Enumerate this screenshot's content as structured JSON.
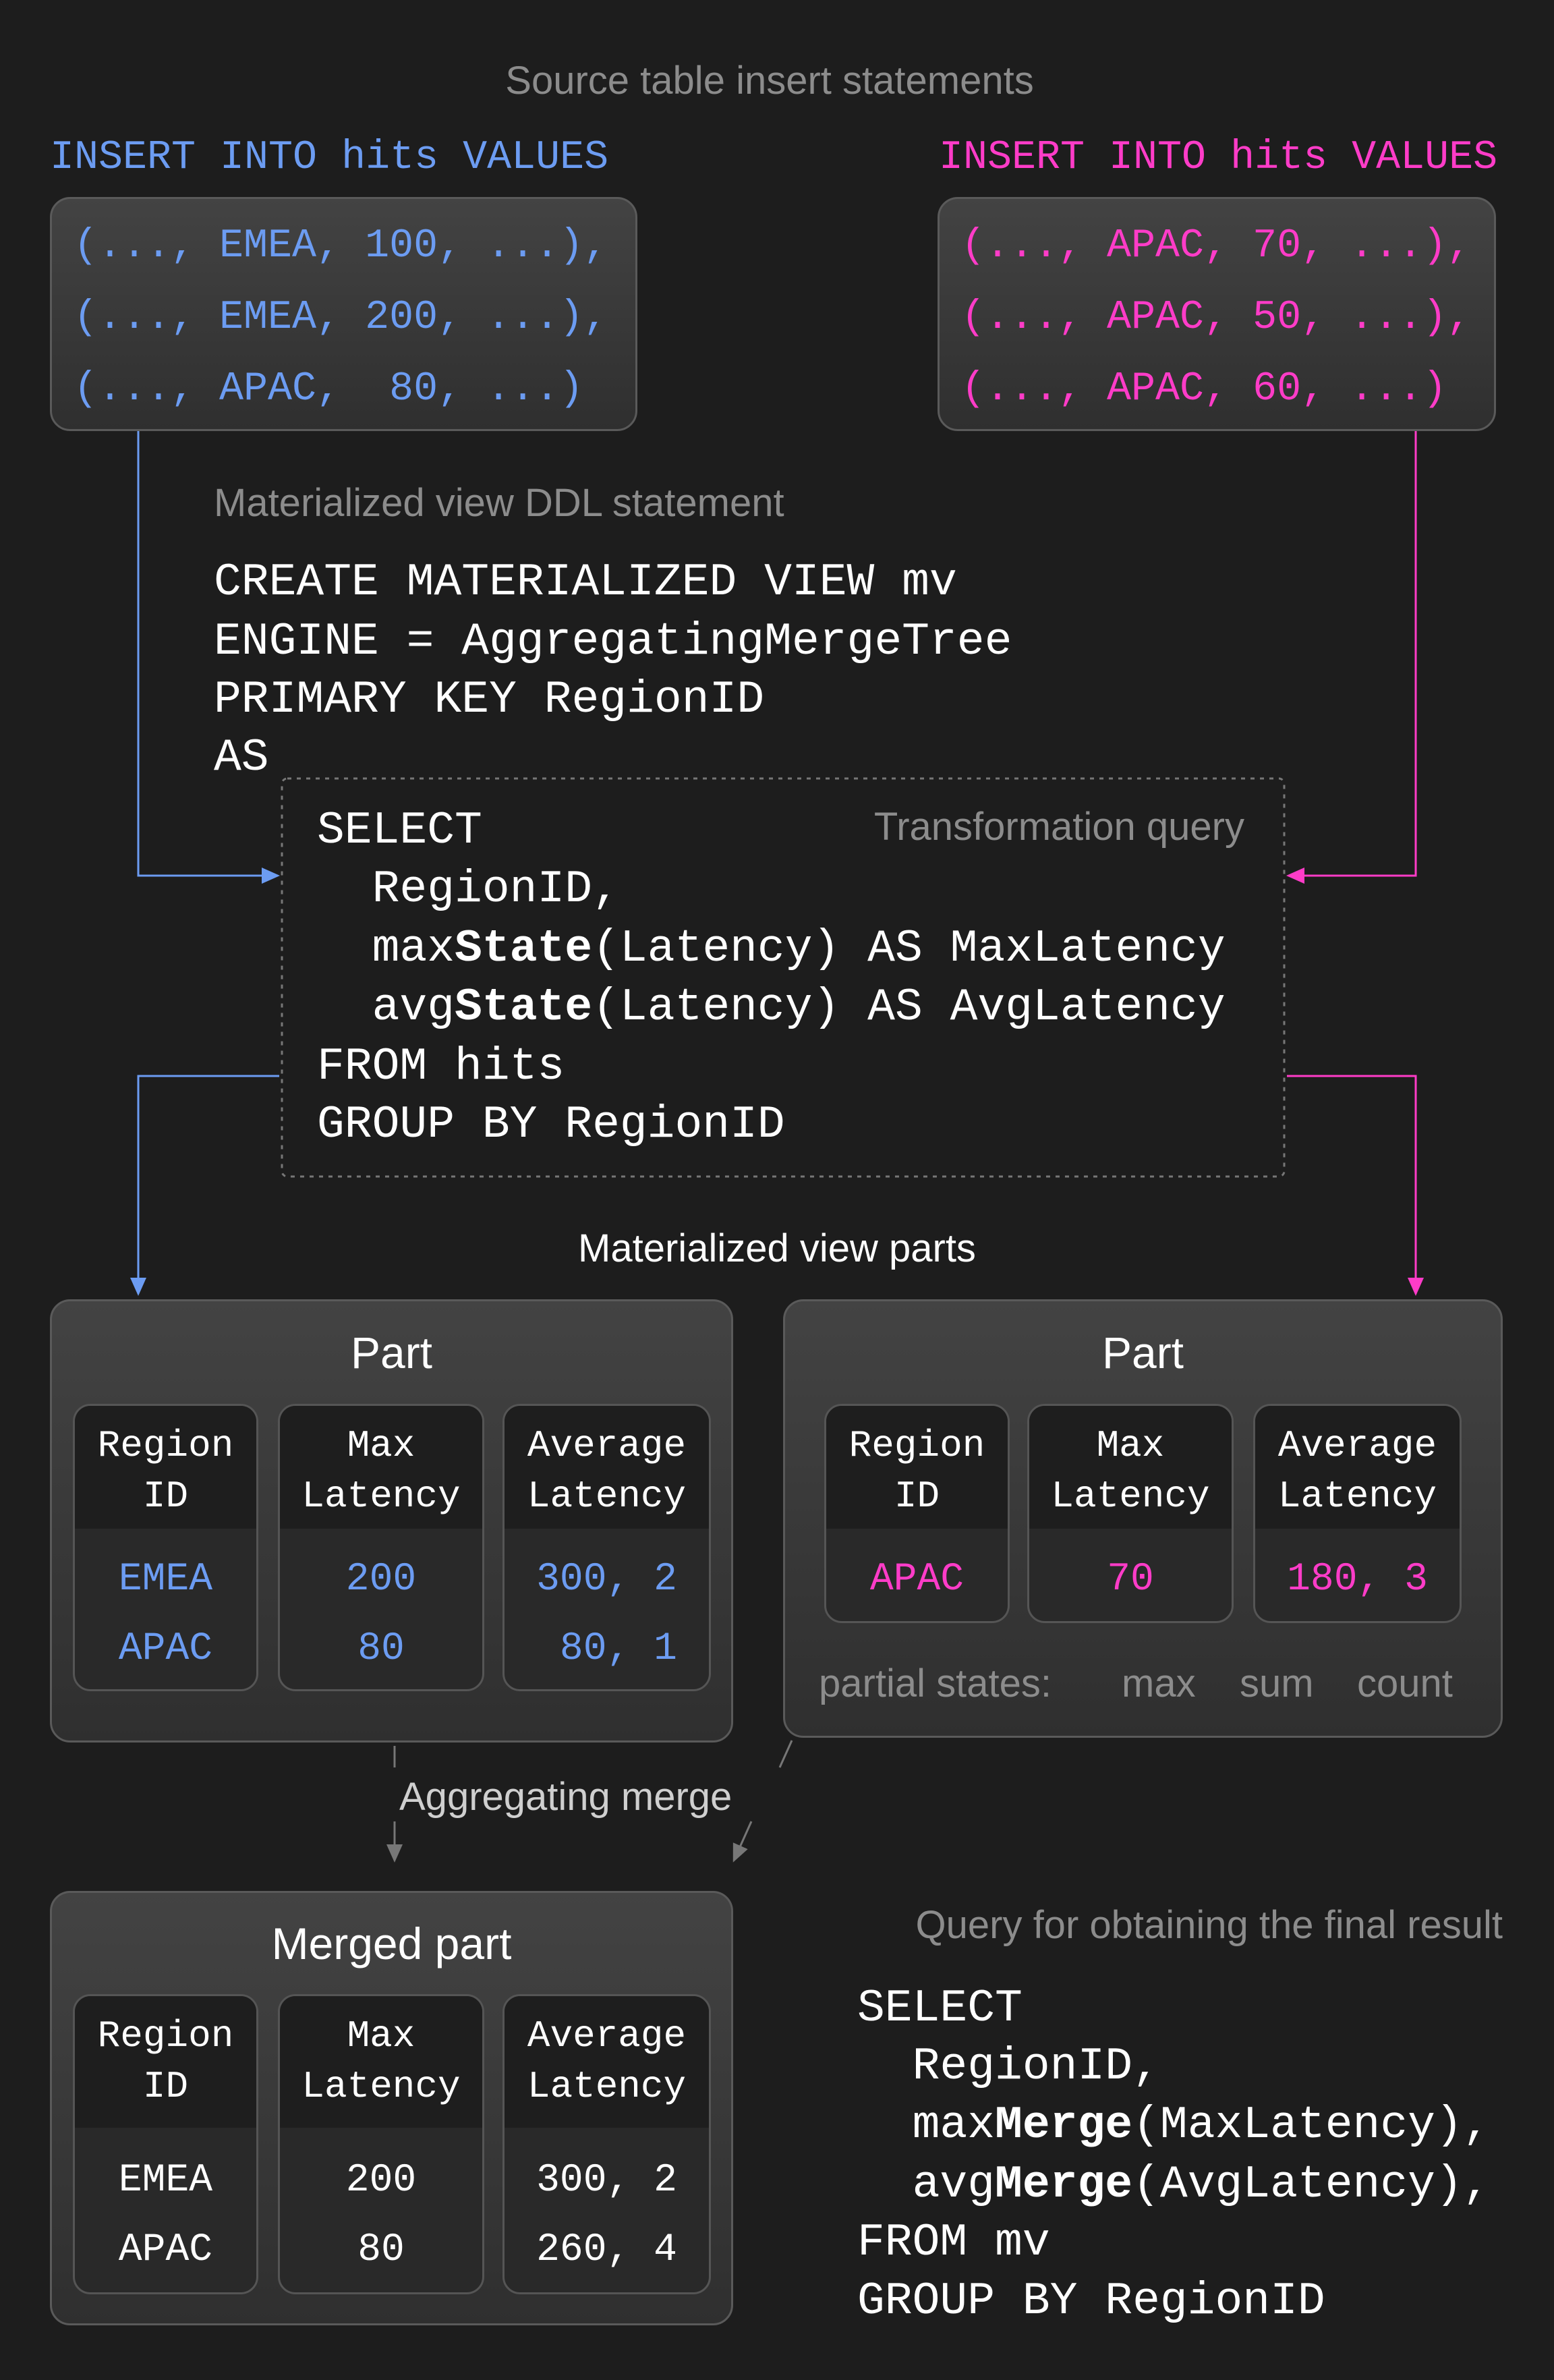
{
  "source_title": "Source table insert statements",
  "inserts": [
    {
      "label": "INSERT INTO hits VALUES",
      "color": "#6c9cf2",
      "rows": [
        "(..., EMEA, 100, ...),",
        "(..., EMEA, 200, ...),",
        "(..., APAC,  80, ...)"
      ]
    },
    {
      "label": "INSERT INTO hits VALUES",
      "color": "#ff3cc8",
      "rows": [
        "(..., APAC, 70, ...),",
        "(..., APAC, 50, ...),",
        "(..., APAC, 60, ...)"
      ]
    }
  ],
  "ddl": {
    "title": "Materialized view DDL statement",
    "lines": [
      "CREATE MATERIALIZED VIEW mv",
      "ENGINE = AggregatingMergeTree",
      "PRIMARY KEY RegionID",
      "AS"
    ]
  },
  "transformation": {
    "label": "Transformation query",
    "select": "SELECT",
    "region": "  RegionID,",
    "max_pre": "  max",
    "max_bold": "State",
    "max_post": "(Latency) AS MaxLatency",
    "avg_pre": "  avg",
    "avg_bold": "State",
    "avg_post": "(Latency) AS AvgLatency",
    "from": "FROM hits",
    "group": "GROUP BY RegionID"
  },
  "parts_title": "Materialized view parts",
  "headers": {
    "c1a": "Region",
    "c1b": "ID",
    "c2a": "Max",
    "c2b": "Latency",
    "c3a": "Average",
    "c3b": "Latency"
  },
  "part_left": {
    "title": "Part",
    "rows": [
      [
        "EMEA",
        "200",
        "300, 2"
      ],
      [
        "APAC",
        "80",
        " 80, 1"
      ]
    ]
  },
  "part_right": {
    "title": "Part",
    "rows": [
      [
        "APAC",
        "70",
        "180, 3"
      ]
    ],
    "partial_states": {
      "label": "partial states:",
      "max": "max",
      "sum": "sum",
      "count": "count"
    }
  },
  "merge_label": "Aggregating merge",
  "merged_part": {
    "title": "Merged part",
    "rows": [
      [
        "EMEA",
        "200",
        "300, 2"
      ],
      [
        "APAC",
        "80",
        "260, 4"
      ]
    ]
  },
  "final_query": {
    "title": "Query for obtaining the final result",
    "select": "SELECT",
    "region": "  RegionID,",
    "max_pre": "  max",
    "max_bold": "Merge",
    "max_post": "(MaxLatency),",
    "avg_pre": "  avg",
    "avg_bold": "Merge",
    "avg_post": "(AvgLatency),",
    "from": "FROM mv",
    "group": "GROUP BY RegionID"
  },
  "colors": {
    "background": "#1d1d1d",
    "blue": "#6c9cf2",
    "pink": "#ff3cc8",
    "muted": "#8c8c8c"
  }
}
